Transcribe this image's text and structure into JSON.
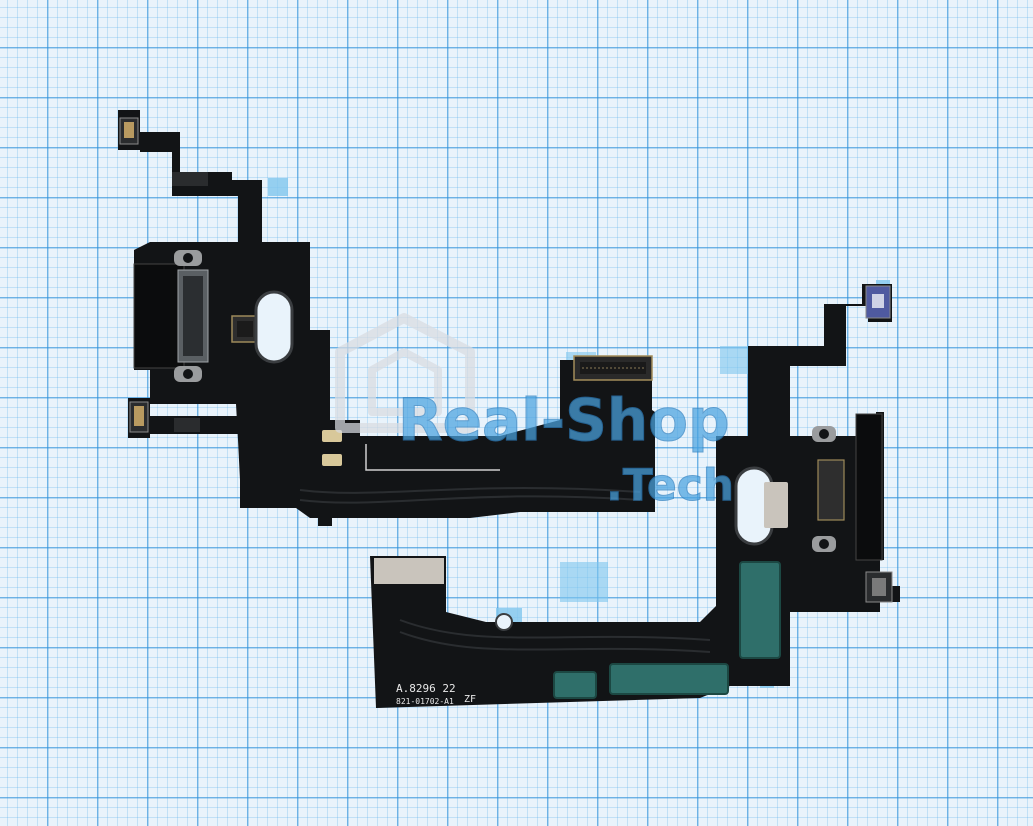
{
  "watermark": {
    "line1": "Real-Shop",
    "line2": ".Tech"
  },
  "board_markings": {
    "part_code": "A.8296 22",
    "part_number": "821-01702-A1",
    "suffix": "ZF"
  },
  "colors": {
    "grid_major": "#288cd7",
    "grid_minor": "#5aafeb",
    "paper": "#e9f3fb",
    "flex_black": "#121416",
    "stiffener_grey": "#c9c4bc",
    "adhesive_teal": "#2f6f6a",
    "watermark_blue": "#4aa3e0"
  }
}
